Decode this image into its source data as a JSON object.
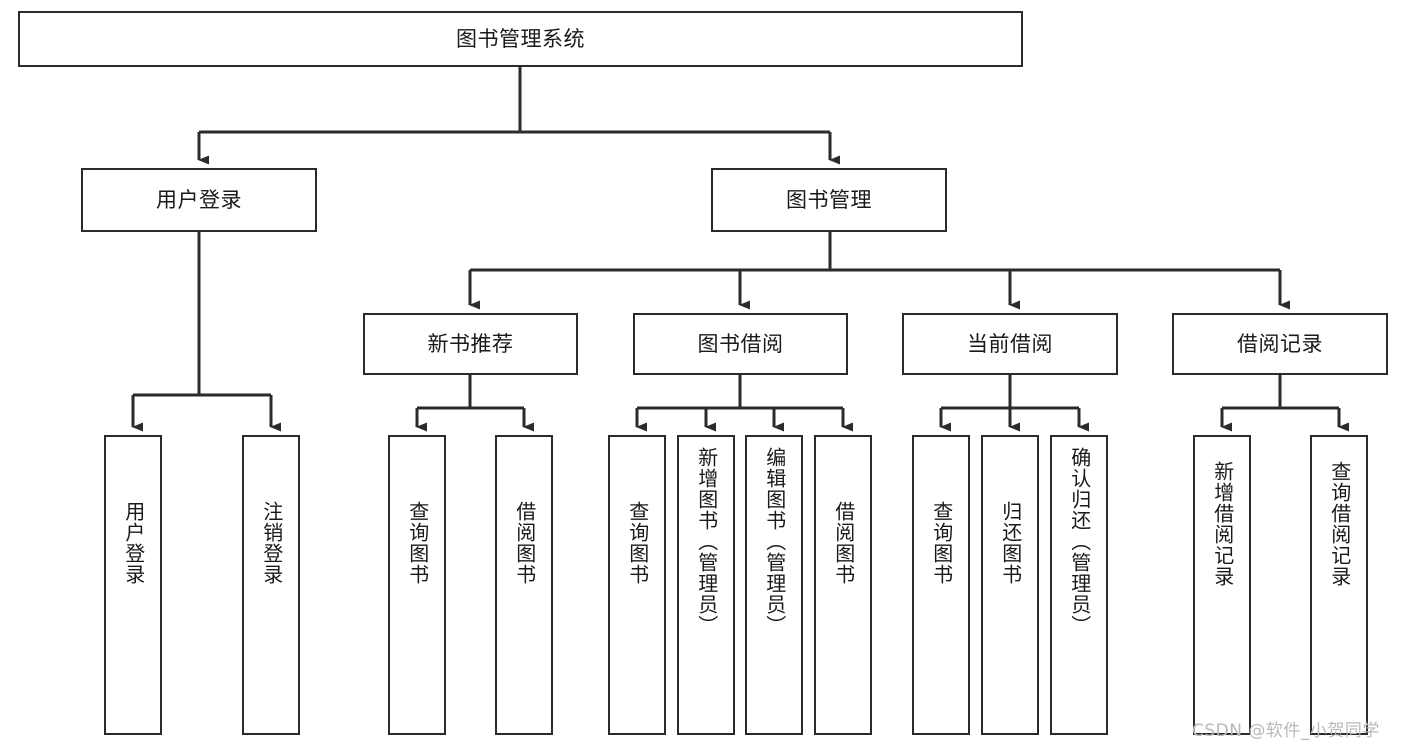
{
  "diagram": {
    "title": "图书管理系统",
    "type": "tree-hierarchy-diagram",
    "colors": {
      "box_border": "#2b2b2b",
      "box_fill": "#ffffff",
      "connector": "#2b2b2b",
      "text": "#1a1a1a",
      "watermark": "#b9b9b9",
      "background": "#ffffff"
    },
    "nodes": {
      "root": {
        "label": "图书管理系统"
      },
      "level2": [
        {
          "id": "user-login",
          "label": "用户登录"
        },
        {
          "id": "book-management",
          "label": "图书管理"
        }
      ],
      "level3": [
        {
          "id": "new-book-recommend",
          "label": "新书推荐"
        },
        {
          "id": "book-borrow",
          "label": "图书借阅"
        },
        {
          "id": "current-borrow",
          "label": "当前借阅"
        },
        {
          "id": "borrow-record",
          "label": "借阅记录"
        }
      ],
      "leaves": [
        {
          "id": "leaf-user-login",
          "label": "用户登录",
          "parent": "user-login"
        },
        {
          "id": "leaf-logout",
          "label": "注销登录",
          "parent": "user-login"
        },
        {
          "id": "leaf-query-book-1",
          "label": "查询图书",
          "parent": "new-book-recommend"
        },
        {
          "id": "leaf-borrow-book-1",
          "label": "借阅图书",
          "parent": "new-book-recommend"
        },
        {
          "id": "leaf-query-book-2",
          "label": "查询图书",
          "parent": "book-borrow"
        },
        {
          "id": "leaf-add-book",
          "label": "新增图书（管理员）",
          "parent": "book-borrow"
        },
        {
          "id": "leaf-edit-book",
          "label": "编辑图书（管理员）",
          "parent": "book-borrow"
        },
        {
          "id": "leaf-borrow-book-2",
          "label": "借阅图书",
          "parent": "book-borrow"
        },
        {
          "id": "leaf-query-book-3",
          "label": "查询图书",
          "parent": "current-borrow"
        },
        {
          "id": "leaf-return-book",
          "label": "归还图书",
          "parent": "current-borrow"
        },
        {
          "id": "leaf-confirm-return",
          "label": "确认归还（管理员）",
          "parent": "current-borrow"
        },
        {
          "id": "leaf-add-record",
          "label": "新增借阅记录",
          "parent": "borrow-record"
        },
        {
          "id": "leaf-query-record",
          "label": "查询借阅记录",
          "parent": "borrow-record"
        }
      ]
    },
    "watermark": "CSDN @软件_小贺同学"
  }
}
